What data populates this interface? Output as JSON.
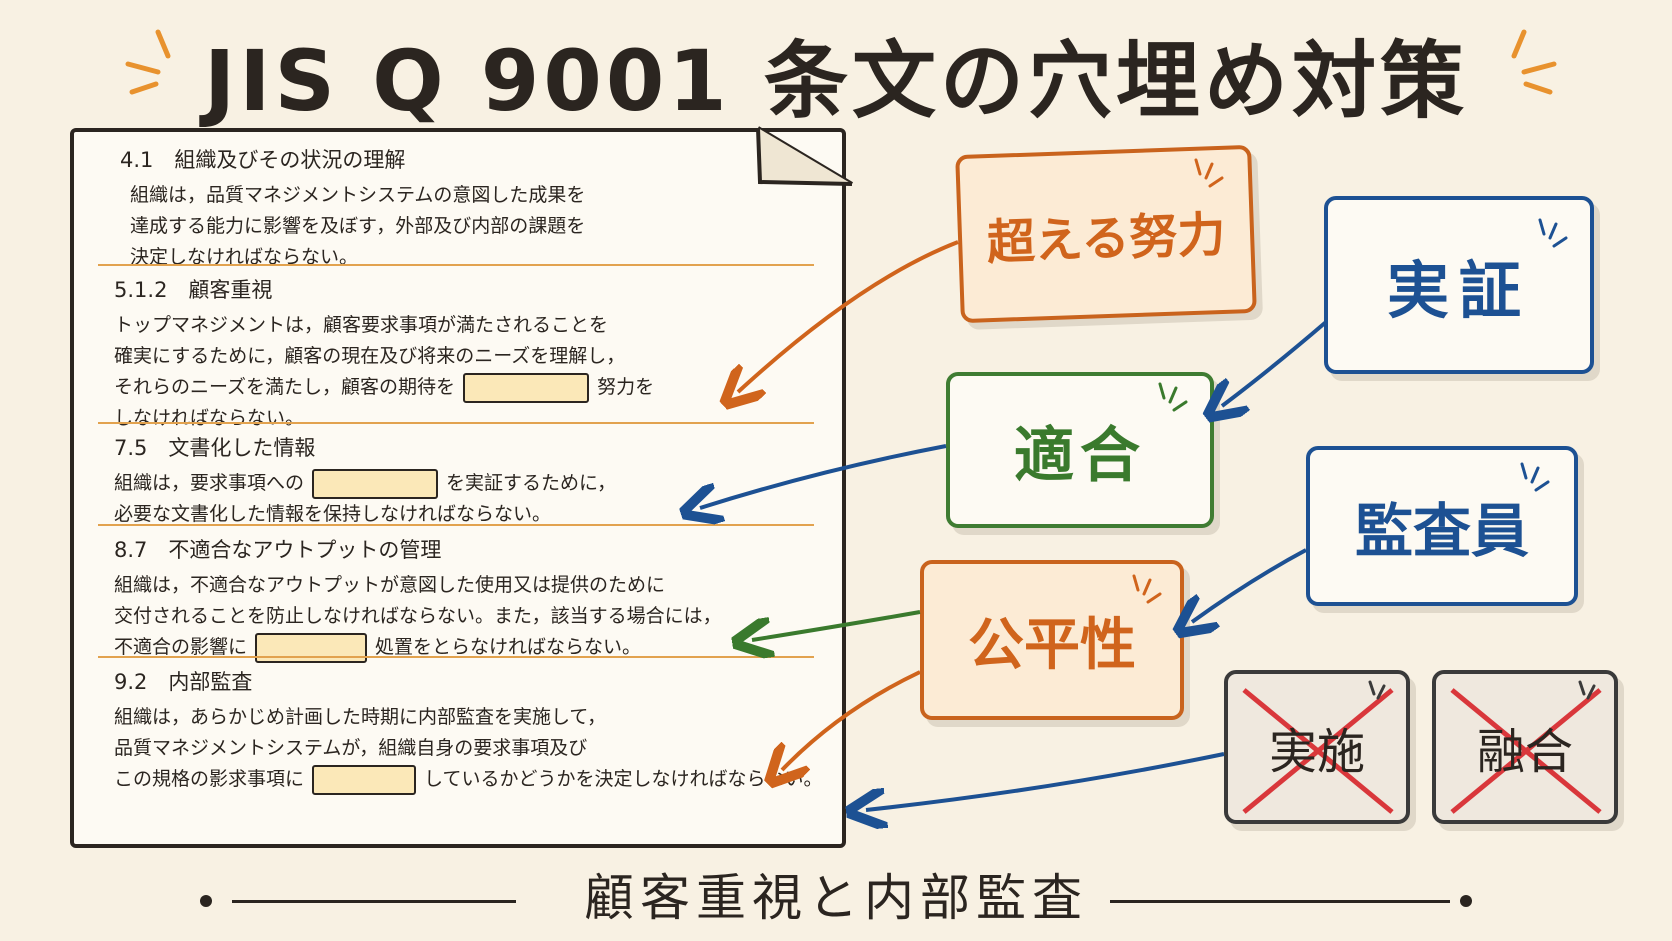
{
  "title": "JIS Q 9001 条文の穴埋め対策",
  "footer": "顧客重視と内部監査",
  "colors": {
    "background": "#f8f1e3",
    "orange": "#d0641c",
    "blue": "#1d5193",
    "green": "#3a7a2d",
    "ink": "#2b2520",
    "blank_fill": "#fbe8b8",
    "cross": "#d9373b"
  },
  "clauses": [
    {
      "heading": "4.1　組織及びその状況の理解",
      "lines": [
        "組織は，品質マネジメントシステムの意図した成果を",
        "達成する能力に影響を及ぼす，外部及び内部の課題を",
        "決定しなければならない。"
      ]
    },
    {
      "heading": "5.1.2　顧客重視",
      "lines": [
        "トップマネジメントは，顧客要求事項が満たされることを",
        "確実にするために，顧客の現在及び将来のニーズを理解し，"
      ],
      "blank_before": "それらのニーズを満たし，顧客の期待を",
      "blank_after": "努力を",
      "last_line": "しなければならない。"
    },
    {
      "heading": "7.5　文書化した情報",
      "blank_before": "組織は，要求事項への",
      "blank_after": "を実証するために，",
      "last_line": "必要な文書化した情報を保持しなければならない。"
    },
    {
      "heading": "8.7　不適合なアウトプットの管理",
      "lines": [
        "組織は，不適合なアウトプットが意図した使用又は提供のために",
        "交付されることを防止しなければならない。また，該当する場合には，"
      ],
      "blank_before": "不適合の影響に",
      "blank_after": "処置をとらなければならない。"
    },
    {
      "heading": "9.2　内部監査",
      "lines": [
        "組織は，あらかじめ計画した時期に内部監査を実施して，",
        "品質マネジメントシステムが，組織自身の要求事項及び"
      ],
      "blank_before": "この規格の影求事項に",
      "blank_after": "しているかどうかを決定しなければならない。"
    }
  ],
  "cards": {
    "exceed": "超える努力",
    "verify": "実証",
    "conform": "適合",
    "auditor": "監査員",
    "impartiality": "公平性",
    "implement": "実施",
    "fusion": "融合"
  }
}
